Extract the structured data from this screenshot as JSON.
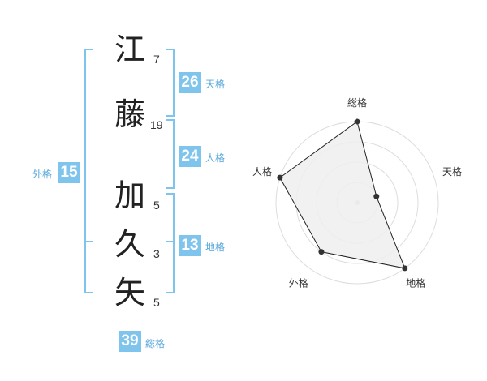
{
  "name_chars": [
    {
      "char": "江",
      "strokes": "7"
    },
    {
      "char": "藤",
      "strokes": "19"
    },
    {
      "char": "加",
      "strokes": "5"
    },
    {
      "char": "久",
      "strokes": "3"
    },
    {
      "char": "矢",
      "strokes": "5"
    }
  ],
  "fortunes": {
    "tenkaku": {
      "label": "天格",
      "value": "26"
    },
    "jinkaku": {
      "label": "人格",
      "value": "24"
    },
    "chikaku": {
      "label": "地格",
      "value": "13"
    },
    "gaikaku": {
      "label": "外格",
      "value": "15"
    },
    "soukaku": {
      "label": "総格",
      "value": "39"
    }
  },
  "radar": {
    "labels": [
      "総格",
      "天格",
      "地格",
      "外格",
      "人格"
    ],
    "values": [
      4,
      1,
      4,
      3,
      4
    ],
    "max": 4,
    "fill_color": "#eeeeee",
    "line_color": "#222222"
  },
  "colors": {
    "accent": "#7fc4ec",
    "accent_text": "#5aa9dc"
  }
}
